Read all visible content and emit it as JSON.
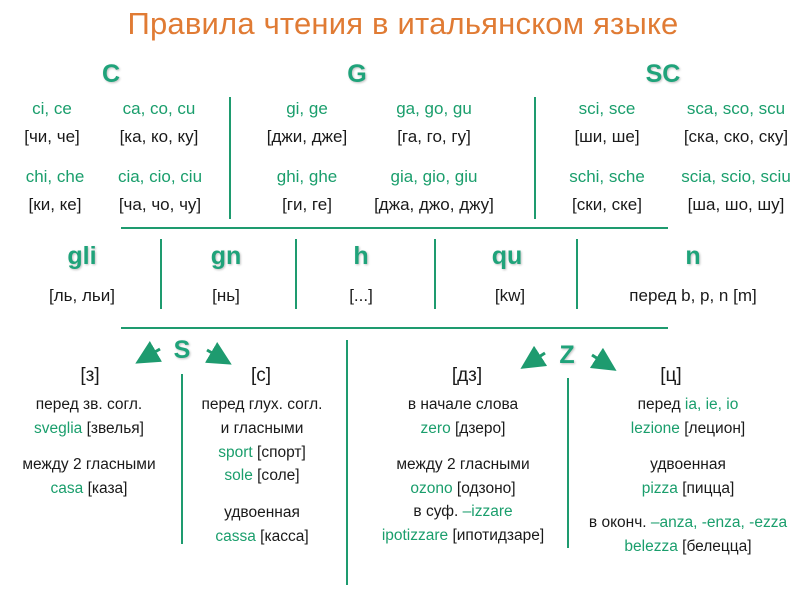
{
  "title": "Правила чтения в итальянском языке",
  "c": {
    "heading": "C",
    "r1_left_green": "ci, ce",
    "r1_left_black": "[чи, че]",
    "r1_right_green": "ca, co, cu",
    "r1_right_black": "[ка, ко, ку]",
    "r2_left_green": "chi, che",
    "r2_left_black": "[ки, ке]",
    "r2_right_green": "cia, cio, ciu",
    "r2_right_black": "[ча, чо, чу]"
  },
  "g": {
    "heading": "G",
    "r1_left_green": "gi, ge",
    "r1_left_black": "[джи, дже]",
    "r1_right_green": "ga, go, gu",
    "r1_right_black": "[га, го, гу]",
    "r2_left_green": "ghi, ghe",
    "r2_left_black": "[ги, ге]",
    "r2_right_green": "gia, gio, giu",
    "r2_right_black": "[джа, джо, джу]"
  },
  "sc": {
    "heading": "SC",
    "r1_left_green": "sci, sce",
    "r1_left_black": "[ши, ше]",
    "r1_right_green": "sca, sco, scu",
    "r1_right_black": "[ска, ско, ску]",
    "r2_left_green": "schi, sche",
    "r2_left_black": "[ски, ске]",
    "r2_right_green": "scia, scio, sciu",
    "r2_right_black": "[ша, шо, шу]"
  },
  "middle": [
    {
      "heading": "gli",
      "value": "[ль, льи]"
    },
    {
      "heading": "gn",
      "value": "[нь]"
    },
    {
      "heading": "h",
      "value": "[...]"
    },
    {
      "heading": "qu",
      "value": "[kw]"
    },
    {
      "heading": "n",
      "value": "перед b, p, n [m]"
    }
  ],
  "s": {
    "heading": "S",
    "z_label": "[з]",
    "z_rule1": "перед зв. согл.",
    "z_ex1_green": "sveglia",
    "z_ex1_black": " [звелья]",
    "z_rule2": "между 2 гласными",
    "z_ex2_green": "casa",
    "z_ex2_black": " [каза]",
    "s_label": "[с]",
    "s_rule1a": "перед глух. согл.",
    "s_rule1b": "и гласными",
    "s_ex1_green": "sport",
    "s_ex1_black": " [спорт]",
    "s_ex2_green": "sole",
    "s_ex2_black": " [соле]",
    "s_rule2": "удвоенная",
    "s_ex3_green": "cassa",
    "s_ex3_black": " [касса]"
  },
  "z": {
    "heading": "Z",
    "dz_label": "[дз]",
    "dz_rule1": "в начале слова",
    "dz_ex1_green": "zero",
    "dz_ex1_black": " [дзеро]",
    "dz_rule2": "между 2 гласными",
    "dz_ex2_green": "ozono",
    "dz_ex2_black": " [одзоно]",
    "dz_rule3_black": "в суф. ",
    "dz_rule3_green": "–izzare",
    "dz_ex3_green": "ipotizzare",
    "dz_ex3_black": " [ипотидзаре]",
    "ts_label": "[ц]",
    "ts_rule1_black": "перед ",
    "ts_rule1_green": "ia, ie, io",
    "ts_ex1_green": "lezione",
    "ts_ex1_black": " [лецион]",
    "ts_rule2": "удвоенная",
    "ts_ex2_green": "pizza",
    "ts_ex2_black": " [пицца]",
    "ts_rule3_black": "в оконч. ",
    "ts_rule3_green": "–anza, -enza, -ezza",
    "ts_ex3_green": "belezza",
    "ts_ex3_black": " [белецца]"
  }
}
